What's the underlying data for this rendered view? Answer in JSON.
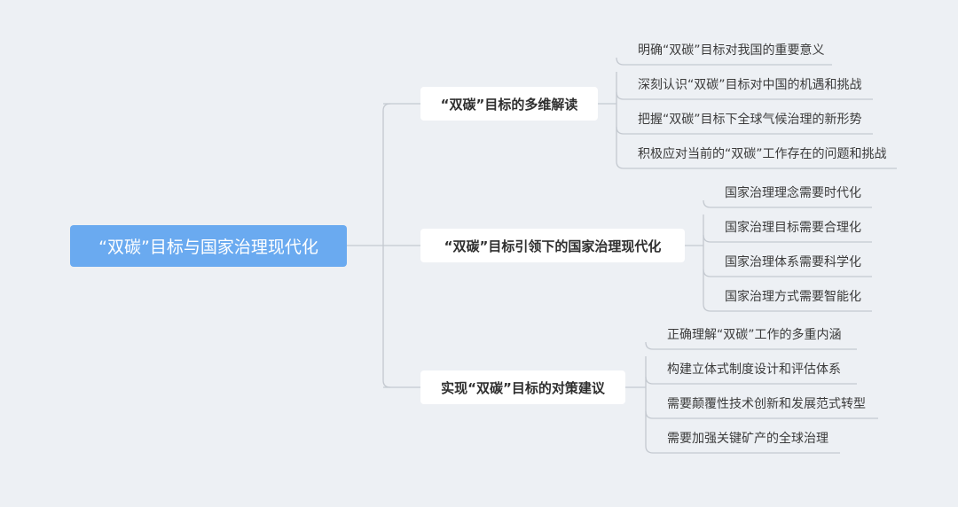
{
  "root": {
    "label": "“双碳”目标与国家治理现代化"
  },
  "branches": [
    {
      "label": "“双碳”目标的多维解读",
      "children": [
        "明确“双碳”目标对我国的重要意义",
        "深刻认识“双碳”目标对中国的机遇和挑战",
        "把握“双碳”目标下全球气候治理的新形势",
        "积极应对当前的“双碳”工作存在的问题和挑战"
      ]
    },
    {
      "label": "“双碳”目标引领下的国家治理现代化",
      "children": [
        "国家治理理念需要时代化",
        "国家治理目标需要合理化",
        "国家治理体系需要科学化",
        "国家治理方式需要智能化"
      ]
    },
    {
      "label": "实现“双碳”目标的对策建议",
      "children": [
        "正确理解“双碳”工作的多重内涵",
        "构建立体式制度设计和评估体系",
        "需要颠覆性技术创新和发展范式转型",
        "需要加强关键矿产的全球治理"
      ]
    }
  ],
  "colors": {
    "background": "#edf0f4",
    "root_fill": "#6aaaf0",
    "root_text": "#ffffff",
    "branch_fill": "#ffffff",
    "connector": "#c4c9d0"
  }
}
